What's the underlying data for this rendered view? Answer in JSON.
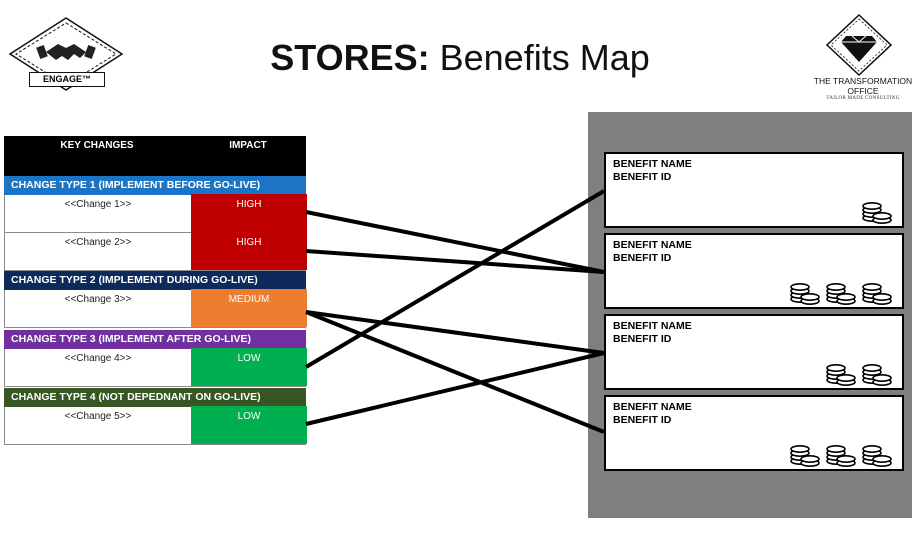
{
  "title": {
    "bold": "STORES:",
    "rest": " Benefits Map"
  },
  "logos": {
    "engage_label": "ENGAGE™",
    "transformation_office_name": "THE TRANSFORMATION OFFICE",
    "transformation_office_sub": "TAILOR MADE CONSULTING"
  },
  "table": {
    "header_changes": "KEY CHANGES",
    "header_impact": "IMPACT",
    "groups": [
      {
        "label": "CHANGE TYPE 1 (IMPLEMENT BEFORE GO-LIVE)",
        "color": "#1c74c4",
        "changes": [
          {
            "name": "<<Change 1>>",
            "impact": "HIGH",
            "impact_color": "#c00000"
          },
          {
            "name": "<<Change 2>>",
            "impact": "HIGH",
            "impact_color": "#c00000"
          }
        ]
      },
      {
        "label": "CHANGE TYPE 2 (IMPLEMENT DURING GO-LIVE)",
        "color": "#0d2a5a",
        "changes": [
          {
            "name": "<<Change 3>>",
            "impact": "MEDIUM",
            "impact_color": "#ed7d31"
          }
        ]
      },
      {
        "label": "CHANGE TYPE 3 (IMPLEMENT AFTER GO-LIVE)",
        "color": "#7030a0",
        "changes": [
          {
            "name": "<<Change 4>>",
            "impact": "LOW",
            "impact_color": "#00b050"
          }
        ]
      },
      {
        "label": "CHANGE TYPE 4 (NOT DEPEDNANT ON GO-LIVE)",
        "color": "#375623",
        "changes": [
          {
            "name": "<<Change 5>>",
            "impact": "LOW",
            "impact_color": "#00b050"
          }
        ]
      }
    ]
  },
  "benefits": [
    {
      "name": "BENEFIT NAME",
      "id": "BENEFIT ID",
      "coin_stacks": 1
    },
    {
      "name": "BENEFIT NAME",
      "id": "BENEFIT ID",
      "coin_stacks": 3
    },
    {
      "name": "BENEFIT NAME",
      "id": "BENEFIT ID",
      "coin_stacks": 2
    },
    {
      "name": "BENEFIT NAME",
      "id": "BENEFIT ID",
      "coin_stacks": 3
    }
  ],
  "links": [
    {
      "change": 1,
      "benefit": 2
    },
    {
      "change": 2,
      "benefit": 2
    },
    {
      "change": 3,
      "benefit": 3
    },
    {
      "change": 3,
      "benefit": 4
    },
    {
      "change": 4,
      "benefit": 1
    },
    {
      "change": 5,
      "benefit": 3
    }
  ],
  "colors": {
    "panel": "#7f7f7f",
    "header": "#000000",
    "line": "#000000"
  }
}
